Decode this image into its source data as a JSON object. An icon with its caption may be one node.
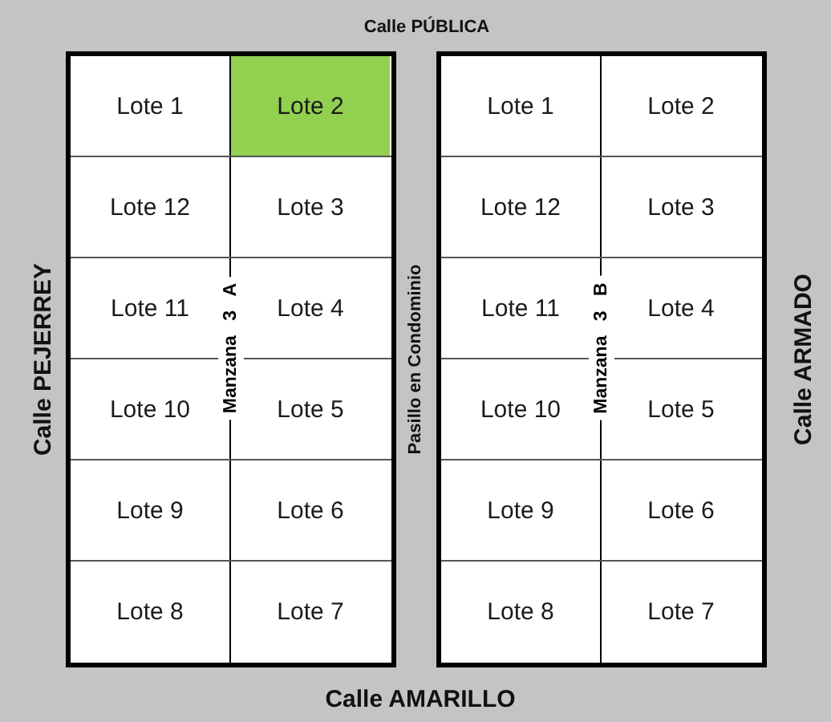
{
  "diagram": {
    "nodes": [
      {
        "text": [
          "Manzana 3 A"
        ]
      },
      {
        "text": [
          "Lote 1"
        ],
        "in": 0
      },
      {
        "text": [
          "Lote 2"
        ],
        "in": 0
      },
      {
        "text": [
          "Lote 12"
        ],
        "in": 0
      },
      {
        "text": [
          "Lote 3"
        ],
        "in": 0
      },
      {
        "text": [
          "Lote 11"
        ],
        "in": 0
      },
      {
        "text": [
          "Lote 4"
        ],
        "in": 0
      },
      {
        "text": [
          "Lote 10"
        ],
        "in": 0
      },
      {
        "text": [
          "Lote 5"
        ],
        "in": 0
      },
      {
        "text": [
          "Lote 9"
        ],
        "in": 0
      },
      {
        "text": [
          "Lote 6"
        ],
        "in": 0
      },
      {
        "text": [
          "Lote 8"
        ],
        "in": 0
      },
      {
        "text": [
          "Lote 7"
        ],
        "in": 0
      },
      {
        "text": [
          "Manzana 3 B"
        ]
      },
      {
        "text": [
          "Lote 1"
        ],
        "in": 13
      },
      {
        "text": [
          "Lote 2"
        ],
        "in": 13
      },
      {
        "text": [
          "Lote 12"
        ],
        "in": 13
      },
      {
        "text": [
          "Lote 3"
        ],
        "in": 13
      },
      {
        "text": [
          "Lote 11"
        ],
        "in": 13
      },
      {
        "text": [
          "Lote 4"
        ],
        "in": 13
      },
      {
        "text": [
          "Lote 10"
        ],
        "in": 13
      },
      {
        "text": [
          "Lote 5"
        ],
        "in": 13
      },
      {
        "text": [
          "Lote 9"
        ],
        "in": 13
      },
      {
        "text": [
          "Lote 6"
        ],
        "in": 13
      },
      {
        "text": [
          "Lote 8"
        ],
        "in": 13
      },
      {
        "text": [
          "Lote 7"
        ],
        "in": 13
      }
    ],
    "edges": [],
    "labels": [
      "Calle PÚBLICA",
      "Calle PEJERREY",
      "Pasillo en Condominio",
      "Calle ARMADO",
      "Calle AMARILLO"
    ]
  }
}
